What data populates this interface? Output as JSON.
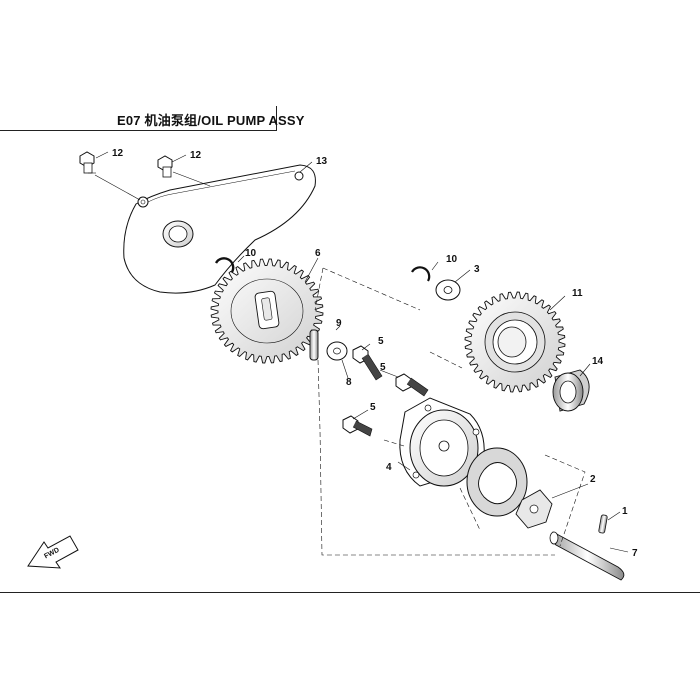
{
  "header": {
    "title": "E07 机油泵组/OIL PUMP ASSY"
  },
  "fwd_label": "FWD",
  "callouts": {
    "c1": "1",
    "c2": "2",
    "c3": "3",
    "c4": "4",
    "c5a": "5",
    "c5b": "5",
    "c5c": "5",
    "c6": "6",
    "c7": "7",
    "c8": "8",
    "c9": "9",
    "c10a": "10",
    "c10b": "10",
    "c11": "11",
    "c12a": "12",
    "c12b": "12",
    "c13": "13",
    "c14": "14"
  },
  "colors": {
    "line": "#111111",
    "shade": "#d9d9d9"
  }
}
